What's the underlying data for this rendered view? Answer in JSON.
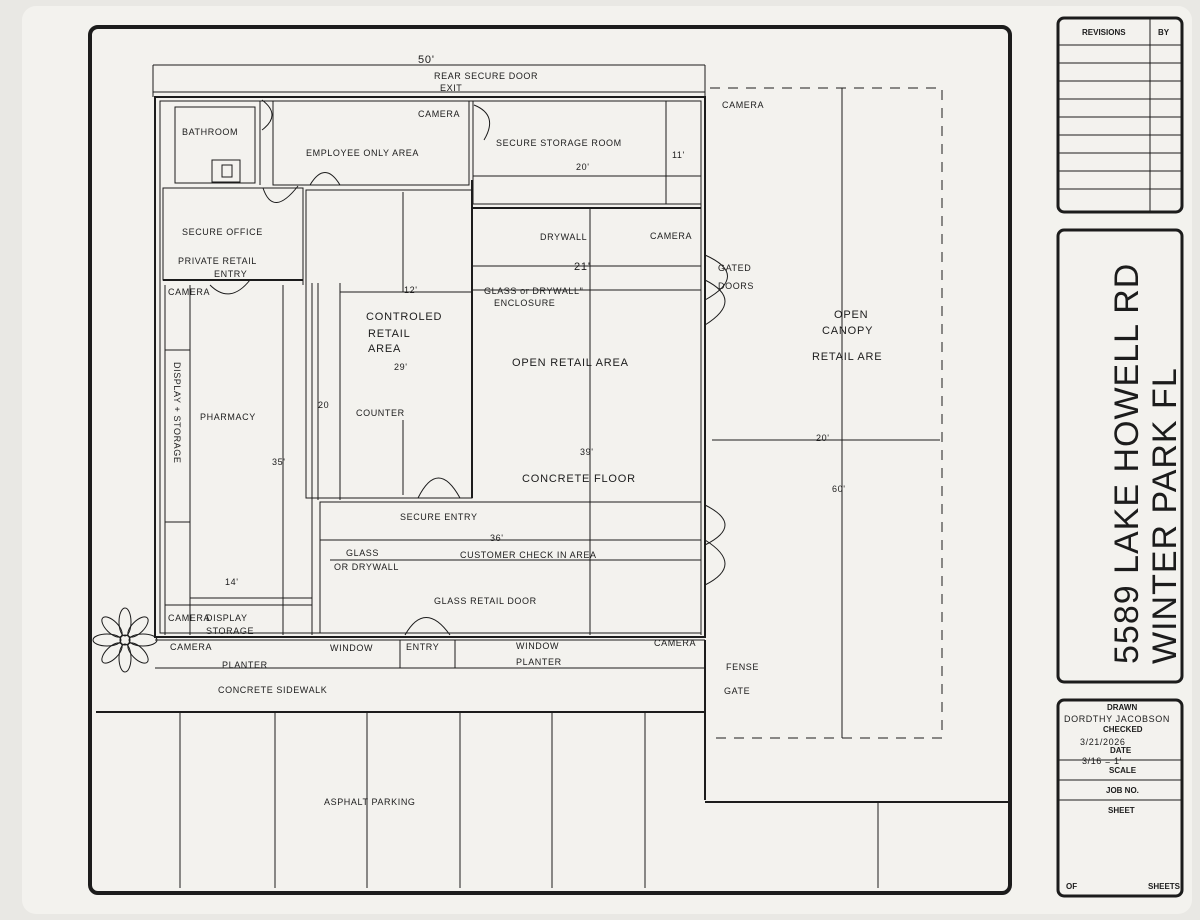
{
  "plan": {
    "dim_top": "50'",
    "rear_door": "REAR SECURE DOOR",
    "exit": "EXIT",
    "camera": "CAMERA",
    "bathroom": "BATHROOM",
    "employee_area": "EMPLOYEE ONLY AREA",
    "secure_storage": "SECURE STORAGE ROOM",
    "storage_dim_w": "20'",
    "storage_dim_h": "11'",
    "secure_office": "SECURE OFFICE",
    "private_entry_1": "PRIVATE RETAIL",
    "private_entry_2": "ENTRY",
    "drywall": "DRYWALL",
    "dim_21": "21'",
    "glass_drywall_1": "GLASS or DRYWALL\"",
    "glass_drywall_2": "ENCLOSURE",
    "gated_1": "GATED",
    "gated_2": "DOORS",
    "dim_12": "12'",
    "controlled_1": "CONTROLED",
    "controlled_2": "RETAIL",
    "controlled_3": "AREA",
    "dim_29": "29'",
    "open_retail": "OPEN RETAIL AREA",
    "canopy_1": "OPEN",
    "canopy_2": "CANOPY",
    "canopy_3": "RETAIL ARE",
    "display_storage_side": "DISPLAY + STORAGE",
    "pharmacy": "PHARMACY",
    "dim_20_left": "20",
    "counter": "COUNTER",
    "dim_35": "35'",
    "dim_39": "39'",
    "concrete_floor": "CONCRETE FLOOR",
    "dim_20_right": "20'",
    "dim_60": "60'",
    "secure_entry": "SECURE ENTRY",
    "dim_36": "36'",
    "glass_or_drywall_1": "GLASS",
    "glass_or_drywall_2": "OR DRYWALL",
    "checkin": "CUSTOMER CHECK IN AREA",
    "dim_14": "14'",
    "glass_retail_door": "GLASS RETAIL DOOR",
    "display_1": "DISPLAY",
    "display_2": "STORAGE",
    "window": "WINDOW",
    "entry": "ENTRY",
    "planter": "PLANTER",
    "fense": "FENSE",
    "gate": "GATE",
    "sidewalk": "CONCRETE SIDEWALK",
    "parking": "ASPHALT PARKING"
  },
  "title_block": {
    "revisions": "REVISIONS",
    "by": "BY",
    "address_1": "5589 LAKE HOWELL RD",
    "address_2": "WINTER PARK FL",
    "drawn_label": "DRAWN",
    "drawn_value": "DORDTHY JACOBSON",
    "checked_label": "CHECKED",
    "checked_value": "3/21/2026",
    "date_label": "DATE",
    "scale_value": "3/16 = 1'",
    "scale_label": "SCALE",
    "job_label": "JOB NO.",
    "sheet_label": "SHEET",
    "of_label": "OF",
    "sheets_label": "SHEETS"
  },
  "colors": {
    "paper": "#ecebe7",
    "ink": "#1c1c1c"
  }
}
